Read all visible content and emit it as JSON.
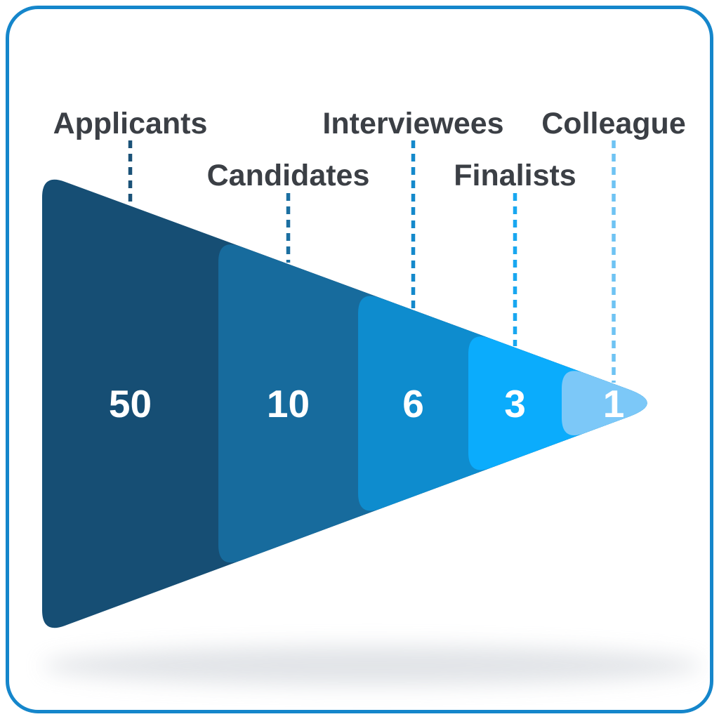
{
  "card": {
    "background": "#ffffff",
    "border_color": "#1586CB"
  },
  "chart_data": {
    "type": "funnel",
    "orientation": "horizontal-left-to-right",
    "title": "",
    "legend_position": "none",
    "grid": false,
    "label_color": "#3B3F45",
    "value_color": "#FFFFFF",
    "stages": [
      {
        "label": "Applicants",
        "value": 50,
        "color": "#164E74",
        "line_color": "#1B5278",
        "label_row": "top"
      },
      {
        "label": "Candidates",
        "value": 10,
        "color": "#176B9D",
        "line_color": "#1B6FA1",
        "label_row": "bottom"
      },
      {
        "label": "Interviewees",
        "value": 6,
        "color": "#0E8CCE",
        "line_color": "#1489CB",
        "label_row": "top"
      },
      {
        "label": "Finalists",
        "value": 3,
        "color": "#0BACFC",
        "line_color": "#18A7F0",
        "label_row": "bottom"
      },
      {
        "label": "Colleague",
        "value": 1,
        "color": "#7CC8F8",
        "line_color": "#6EC3F3",
        "label_row": "top"
      }
    ]
  }
}
